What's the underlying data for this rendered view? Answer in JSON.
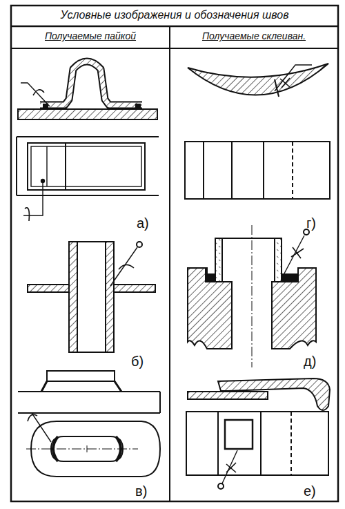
{
  "diagram": {
    "title": "Условные изображения и обозначения швов",
    "labels": [
      "Получаемые пайкой",
      "Получаемые склеиван.",
      "а)",
      "г)",
      "б)",
      "д)",
      "в)",
      "е)"
    ]
  }
}
